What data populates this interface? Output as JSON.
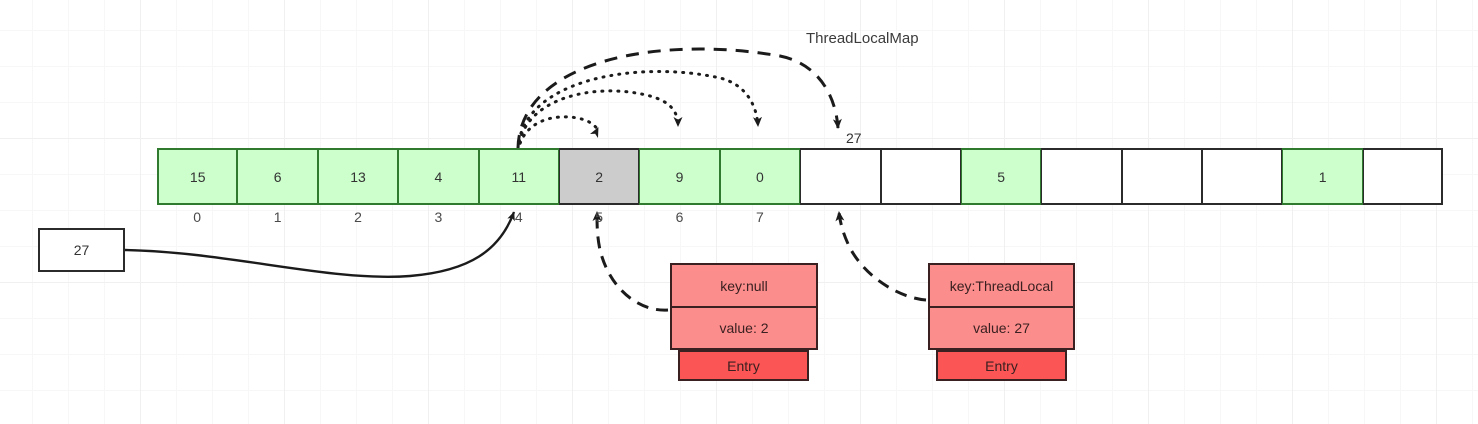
{
  "title": "ThreadLocalMap",
  "colors": {
    "cell_green_fill": "#ccffcc",
    "cell_green_border": "#2f7a2f",
    "cell_grey_fill": "#cccccc",
    "cell_border": "#2b2b2b",
    "entry_row_fill": "#fc8d8d",
    "entry_tag_fill": "#fb5555",
    "entry_border": "#3a2020",
    "background": "#ffffff",
    "grid": "#f0f0f0"
  },
  "array": {
    "name": "ThreadLocalMap table",
    "cells": [
      {
        "value": "15",
        "state": "green"
      },
      {
        "value": "6",
        "state": "green"
      },
      {
        "value": "13",
        "state": "green"
      },
      {
        "value": "4",
        "state": "green"
      },
      {
        "value": "11",
        "state": "green"
      },
      {
        "value": "2",
        "state": "grey"
      },
      {
        "value": "9",
        "state": "green"
      },
      {
        "value": "0",
        "state": "green"
      },
      {
        "value": "",
        "state": "empty"
      },
      {
        "value": "",
        "state": "empty"
      },
      {
        "value": "5",
        "state": "green"
      },
      {
        "value": "",
        "state": "empty"
      },
      {
        "value": "",
        "state": "empty"
      },
      {
        "value": "",
        "state": "empty"
      },
      {
        "value": "1",
        "state": "green"
      },
      {
        "value": "",
        "state": "empty"
      }
    ],
    "indices": [
      "0",
      "1",
      "2",
      "3",
      "4",
      "5",
      "6",
      "7"
    ]
  },
  "hash_box": {
    "value": "27"
  },
  "slot_label": {
    "value": "27"
  },
  "entries": [
    {
      "id": "entry-null-key",
      "key": "key:null",
      "value": "value: 2",
      "tag": "Entry"
    },
    {
      "id": "entry-threadlocal-key",
      "key": "key:ThreadLocal",
      "value": "value: 27",
      "tag": "Entry"
    }
  ],
  "connectors": [
    {
      "name": "hash-to-slot-4",
      "style": "solid",
      "from": "hash-box-27",
      "to": "array-cell-4"
    },
    {
      "name": "probe-5",
      "style": "dotted",
      "from": "array-cell-4-top",
      "to": "array-cell-5-top"
    },
    {
      "name": "probe-6",
      "style": "dotted",
      "from": "array-cell-4-top",
      "to": "array-cell-6-top"
    },
    {
      "name": "probe-7",
      "style": "dotted",
      "from": "array-cell-4-top",
      "to": "array-cell-7-top"
    },
    {
      "name": "probe-8",
      "style": "dashed",
      "from": "array-cell-4-top",
      "to": "array-cell-8-top"
    },
    {
      "name": "stale-entry-link",
      "style": "dashed",
      "from": "entry-null-key",
      "to": "array-cell-5-bottom"
    },
    {
      "name": "stored-entry-link",
      "style": "dashed",
      "from": "entry-threadlocal-key",
      "to": "array-cell-8-bottom"
    }
  ]
}
